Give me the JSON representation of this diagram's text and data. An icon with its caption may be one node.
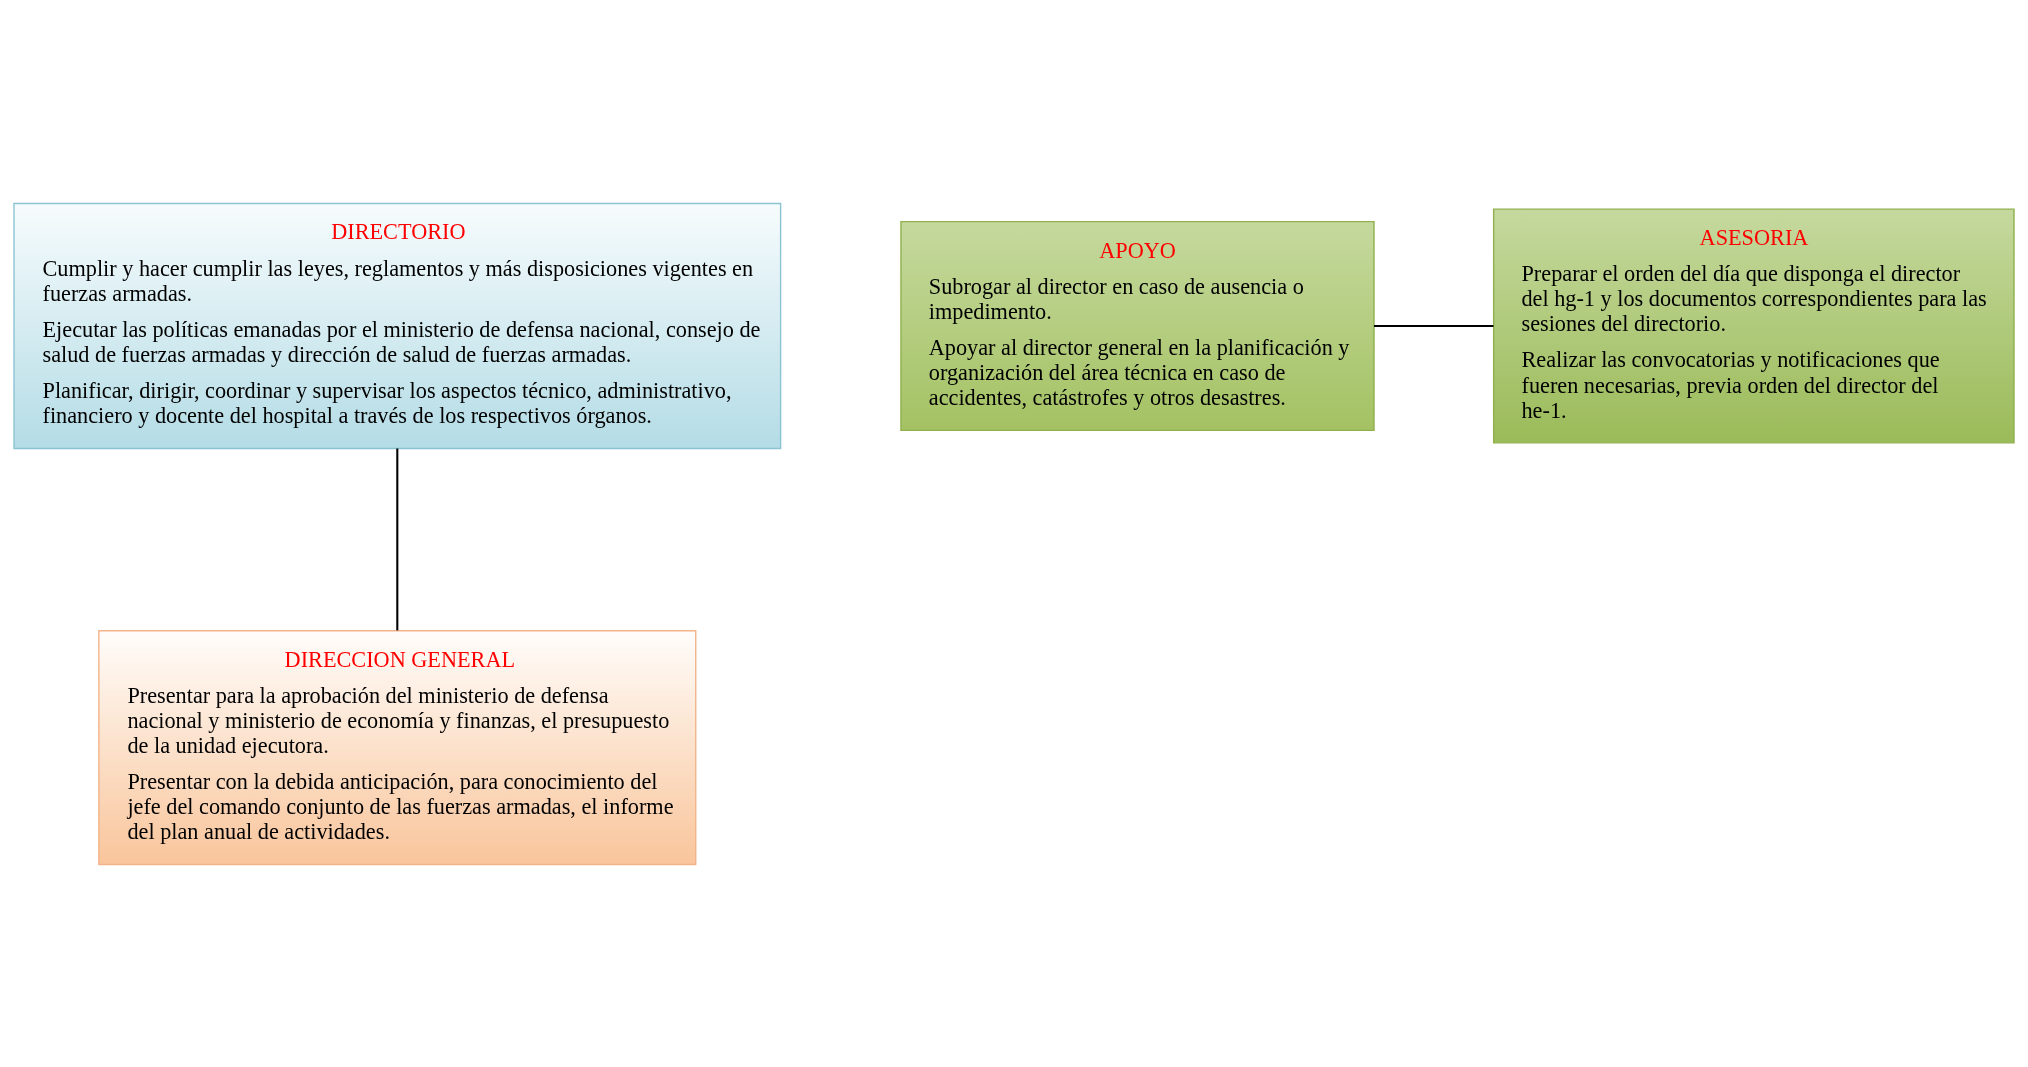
{
  "diagram": {
    "nodes": [
      {
        "text": [
          "DIRECTORIO",
          "Cumplir y hacer cumplir las leyes, reglamentos y más disposiciones vigentes en fuerzas armadas.",
          "Ejecutar las políticas emanadas por el ministerio de defensa nacional, consejo de salud de fuerzas armadas y dirección de salud de fuerzas armadas.",
          "Planificar, dirigir, coordinar y supervisar los aspectos técnico, administrativo, financiero y docente del hospital a través de los respectivos órganos."
        ]
      },
      {
        "text": [
          "APOYO",
          "Subrogar al director en caso de ausencia o impedimento.",
          "Apoyar al director general en la planificación y organización del área técnica en caso de accidentes, catástrofes y otros desastres."
        ]
      },
      {
        "text": [
          "ASESORIA",
          "Preparar el orden del día que disponga el director del hg-1 y los documentos correspondientes para las sesiones del directorio.",
          "Realizar las convocatorias y notificaciones que fueren necesarias, previa orden del director del he-1."
        ]
      },
      {
        "text": [
          "DIRECCION GENERAL",
          "Presentar para la aprobación del ministerio de defensa nacional y ministerio de economía y finanzas, el presupuesto de la unidad ejecutora.",
          "Presentar con la debida anticipación, para conocimiento del jefe del comando conjunto de las fuerzas armadas, el informe del plan anual de actividades."
        ]
      }
    ],
    "edges": [
      {
        "from": 0,
        "to": 3,
        "arrow": "none"
      },
      {
        "from": 1,
        "to": 2,
        "arrow": "none"
      }
    ]
  }
}
